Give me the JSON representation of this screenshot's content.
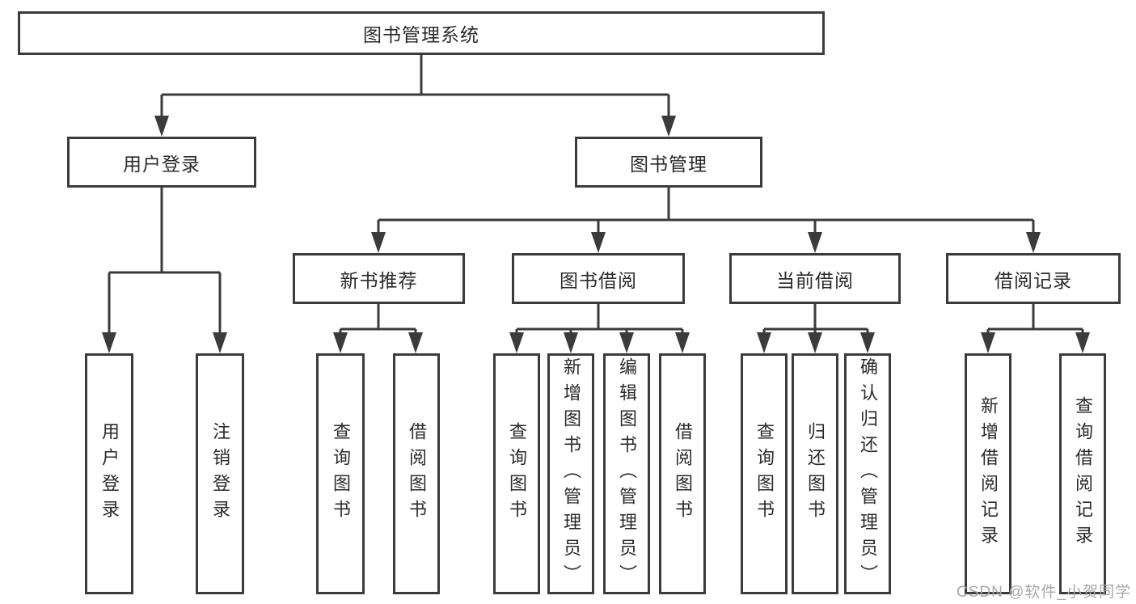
{
  "diagram": {
    "root": {
      "label": "图书管理系统"
    },
    "branches": [
      {
        "label": "用户登录",
        "children": [
          {
            "label": "用户登录"
          },
          {
            "label": "注销登录"
          }
        ]
      },
      {
        "label": "图书管理",
        "children": [
          {
            "label": "新书推荐",
            "children": [
              {
                "label": "查询图书"
              },
              {
                "label": "借阅图书"
              }
            ]
          },
          {
            "label": "图书借阅",
            "children": [
              {
                "label": "查询图书"
              },
              {
                "label": "新增图书（管理员）"
              },
              {
                "label": "编辑图书（管理员）"
              },
              {
                "label": "借阅图书"
              }
            ]
          },
          {
            "label": "当前借阅",
            "children": [
              {
                "label": "查询图书"
              },
              {
                "label": "归还图书"
              },
              {
                "label": "确认归还（管理员）"
              }
            ]
          },
          {
            "label": "借阅记录",
            "children": [
              {
                "label": "新增借阅记录"
              },
              {
                "label": "查询借阅记录"
              }
            ]
          }
        ]
      }
    ]
  },
  "watermark": {
    "text": "CSDN @软件_小贺同学"
  },
  "colors": {
    "line": "#3b3b3b",
    "text": "#2a2a2a",
    "watermark": "#a8a8a8",
    "background": "#ffffff"
  }
}
